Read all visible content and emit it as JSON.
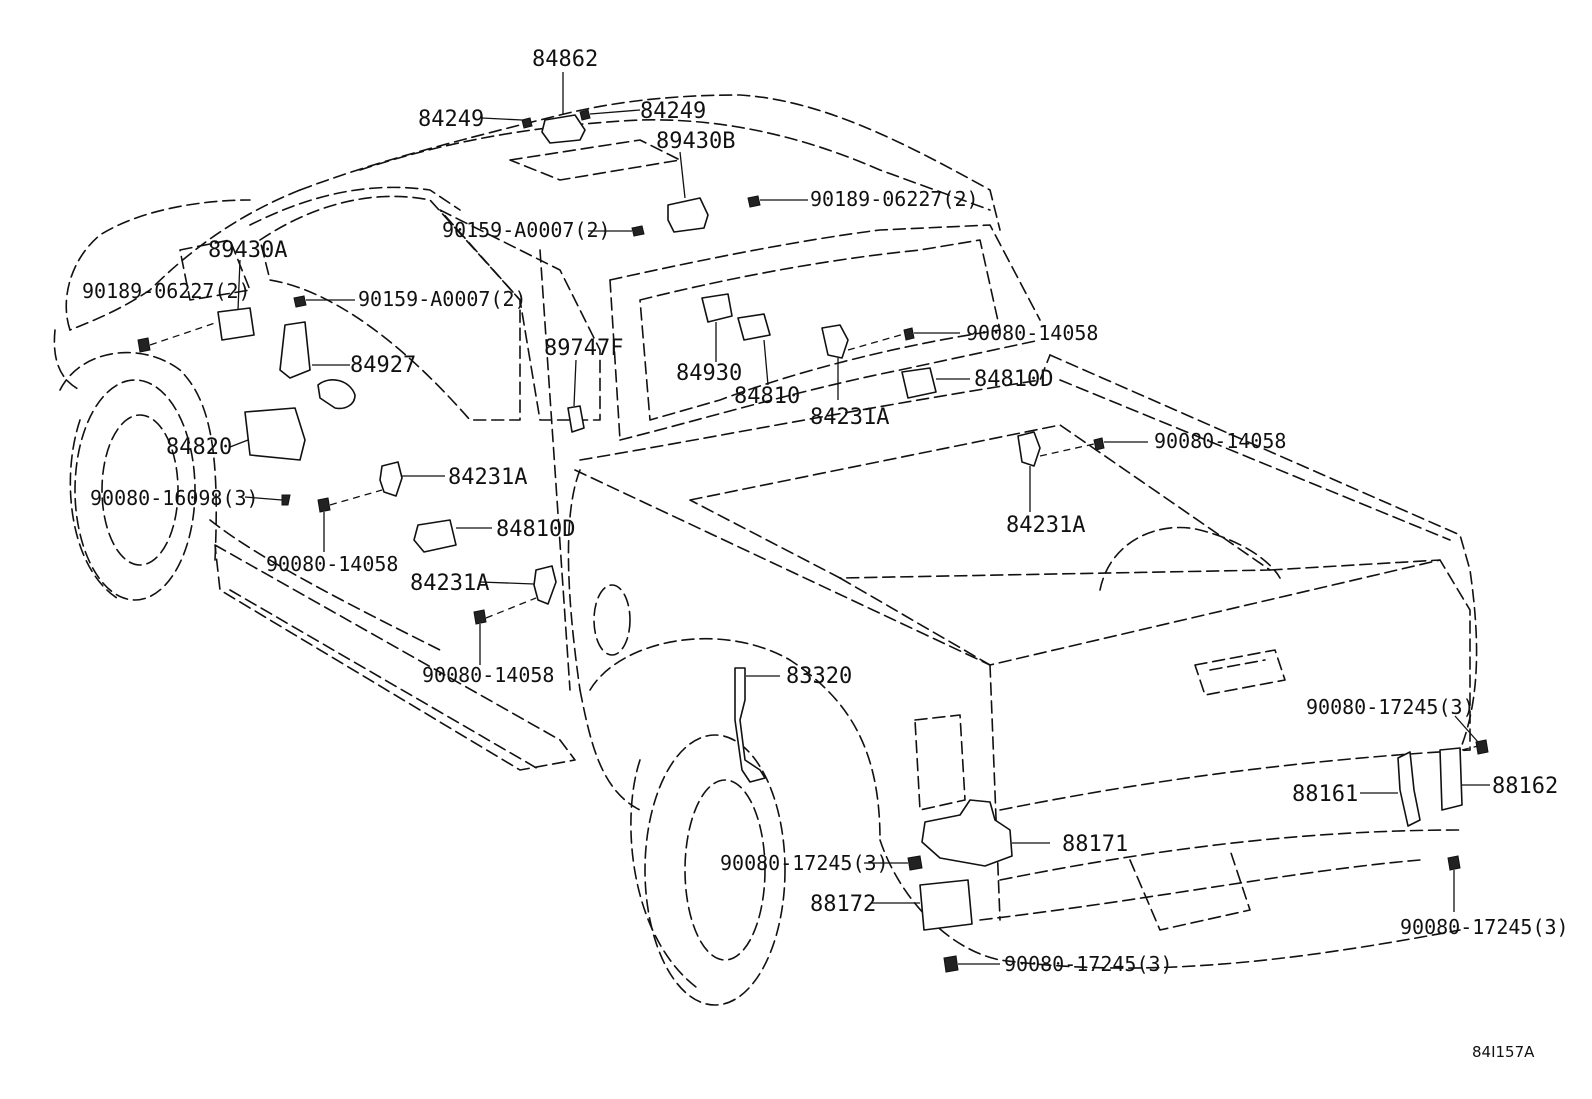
{
  "labels": {
    "p84862": "84862",
    "p84249_left": "84249",
    "p84249_right": "84249",
    "p89430B": "89430B",
    "p90189_top": "90189-06227(2)",
    "p90159_top": "90159-A0007(2)",
    "p89430A": "89430A",
    "p90189_left": "90189-06227(2)",
    "p90159_left": "90159-A0007(2)",
    "p84927": "84927",
    "p89747F": "89747F",
    "p84930": "84930",
    "p84810": "84810",
    "p90080_14058_a": "90080-14058",
    "p84810D_right": "84810D",
    "p84231A_center": "84231A",
    "p84820": "84820",
    "p90080_14058_b": "90080-14058",
    "p84231A_left": "84231A",
    "p90080_16098": "90080-16098(3)",
    "p84810D_left": "84810D",
    "p84231A_right": "84231A",
    "p90080_14058_c": "90080-14058",
    "p84231A_lower": "84231A",
    "p90080_14058_d": "90080-14058",
    "p83320": "83320",
    "p90080_17245_a": "90080-17245(3)",
    "p88161": "88161",
    "p88162": "88162",
    "p88171": "88171",
    "p90080_17245_b": "90080-17245(3)",
    "p88172": "88172",
    "p90080_17245_c": "90080-17245(3)",
    "p90080_17245_d": "90080-17245(3)",
    "ref_code": "84I157A"
  }
}
